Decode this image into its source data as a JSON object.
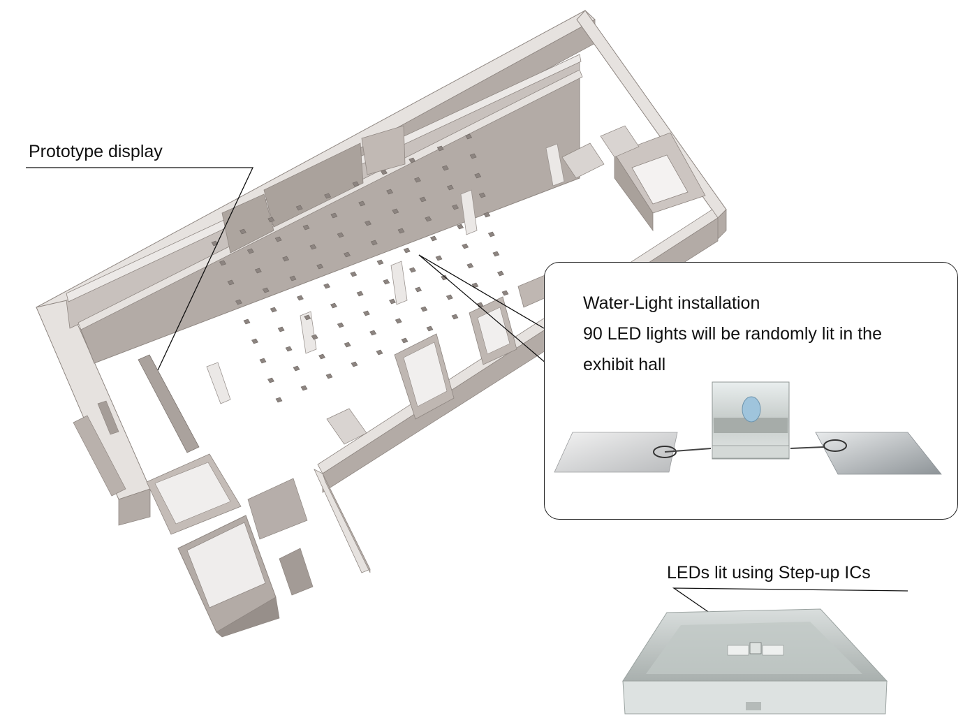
{
  "labels": {
    "prototype_display": "Prototype display",
    "water_light_title": "Water-Light installation",
    "water_light_desc_line1": "90 LED lights will be randomly lit in the",
    "water_light_desc_line2": "exhibit hall",
    "stepup": "LEDs lit using Step-up ICs"
  },
  "led_grid": {
    "rows": 9,
    "cols": 10
  },
  "colors": {
    "wall_top": "#e6e2df",
    "wall_side": "#b3aba6",
    "wall_shadow": "#8f8782",
    "floor": "#ffffff",
    "led_tile": "#8c8480",
    "acrylic": "#cfd6d4",
    "led_bulb": "#9fc4dc"
  }
}
